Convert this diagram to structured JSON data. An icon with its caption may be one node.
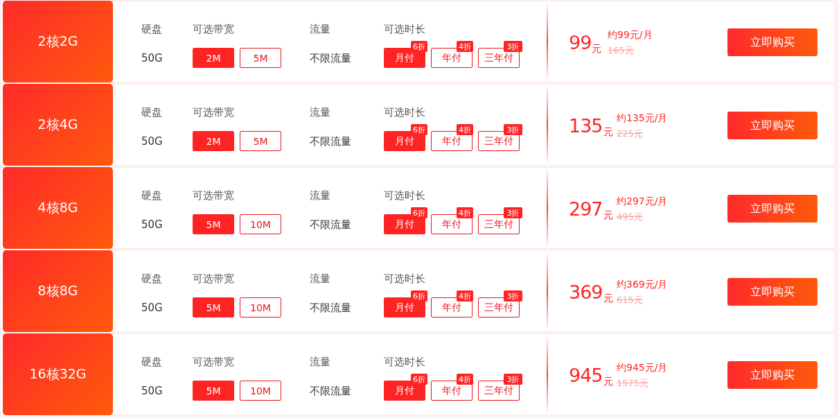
{
  "diagram": {
    "nodes": [
      {
        "text": [
          "2核2G"
        ]
      },
      {
        "text": [
          "2M"
        ]
      },
      {
        "text": [
          "5M"
        ]
      },
      {
        "text": [
          "月付"
        ]
      },
      {
        "text": [
          "6折"
        ]
      },
      {
        "text": [
          "年付"
        ]
      },
      {
        "text": [
          "4折"
        ]
      },
      {
        "text": [
          "三年付"
        ]
      },
      {
        "text": [
          "3折"
        ]
      },
      {
        "text": [
          "立即购买"
        ]
      },
      {
        "text": [
          "2核4G"
        ]
      },
      {
        "text": [
          "2M"
        ]
      },
      {
        "text": [
          "5M"
        ]
      },
      {
        "text": [
          "月付"
        ]
      },
      {
        "text": [
          "6折"
        ]
      },
      {
        "text": [
          "年付"
        ]
      },
      {
        "text": [
          "4折"
        ]
      },
      {
        "text": [
          "三年付"
        ]
      },
      {
        "text": [
          "3折"
        ]
      },
      {
        "text": [
          "立即购买"
        ]
      },
      {
        "text": [
          "4核8G"
        ]
      },
      {
        "text": [
          "5M"
        ]
      },
      {
        "text": [
          "10M"
        ]
      },
      {
        "text": [
          "月付"
        ]
      },
      {
        "text": [
          "6折"
        ]
      },
      {
        "text": [
          "年付"
        ]
      },
      {
        "text": [
          "4折"
        ]
      },
      {
        "text": [
          "三年付"
        ]
      },
      {
        "text": [
          "3折"
        ]
      },
      {
        "text": [
          "立即购买"
        ]
      },
      {
        "text": [
          "8核8G"
        ]
      },
      {
        "text": [
          "5M"
        ]
      },
      {
        "text": [
          "10M"
        ]
      },
      {
        "text": [
          "月付"
        ]
      },
      {
        "text": [
          "6折"
        ]
      },
      {
        "text": [
          "年付"
        ]
      },
      {
        "text": [
          "4折"
        ]
      },
      {
        "text": [
          "三年付"
        ]
      },
      {
        "text": [
          "3折"
        ]
      },
      {
        "text": [
          "立即购买"
        ]
      },
      {
        "text": [
          "16核32G"
        ]
      },
      {
        "text": [
          "5M"
        ]
      },
      {
        "text": [
          "10M"
        ]
      },
      {
        "text": [
          "月付"
        ]
      },
      {
        "text": [
          "6折"
        ]
      },
      {
        "text": [
          "年付"
        ]
      },
      {
        "text": [
          "4折"
        ]
      },
      {
        "text": [
          "三年付"
        ]
      },
      {
        "text": [
          "3折"
        ]
      },
      {
        "text": [
          "立即购买"
        ]
      }
    ],
    "labels": [
      "硬盘",
      "可选带宽",
      "流量",
      "可选时长",
      "50G",
      "不限流量",
      "99",
      "元",
      "约99元/月",
      "165元",
      "硬盘",
      "可选带宽",
      "流量",
      "可选时长",
      "50G",
      "不限流量",
      "135",
      "元",
      "约135元/月",
      "225元",
      "硬盘",
      "可选带宽",
      "流量",
      "可选时长",
      "50G",
      "不限流量",
      "297",
      "元",
      "约297元/月",
      "495元",
      "硬盘",
      "可选带宽",
      "流量",
      "可选时长",
      "50G",
      "不限流量",
      "369",
      "元",
      "约369元/月",
      "615元",
      "硬盘",
      "可选带宽",
      "流量",
      "可选时长",
      "50G",
      "不限流量",
      "945",
      "元",
      "约945元/月",
      "1575元"
    ]
  }
}
